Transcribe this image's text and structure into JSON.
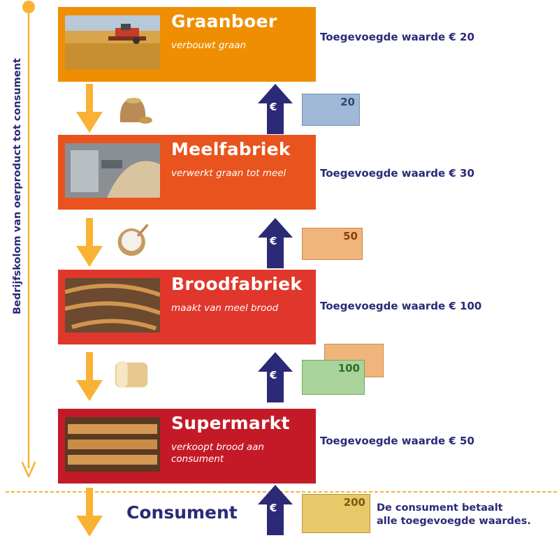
{
  "side_label": "Bedrijfskolom van oerproduct tot consument",
  "stages": [
    {
      "title": "Graanboer",
      "subtitle": "verbouwt graan",
      "value": "Toegevoegde waarde € 20",
      "color": "#ef8e00",
      "note": "20"
    },
    {
      "title": "Meelfabriek",
      "subtitle": "verwerkt graan tot meel",
      "value": "Toegevoegde waarde € 30",
      "color": "#e9531d",
      "note": "50"
    },
    {
      "title": "Broodfabriek",
      "subtitle": "maakt van meel brood",
      "value": "Toegevoegde waarde € 100",
      "color": "#e1362b",
      "note": "100"
    },
    {
      "title": "Supermarkt",
      "subtitle": "verkoopt brood aan consument",
      "value": "Toegevoegde waarde € 50",
      "color": "#c41a28",
      "note": "200"
    }
  ],
  "consumer": {
    "label": "Consument",
    "note_line1": "De consument betaalt",
    "note_line2": "alle toegevoegde waardes.",
    "note": "200"
  },
  "euro_symbol": "€",
  "colors": {
    "arrow_down": "#f9b233",
    "arrow_up": "#2b2a77",
    "timeline": "#f9b233",
    "text": "#2b2a77"
  }
}
